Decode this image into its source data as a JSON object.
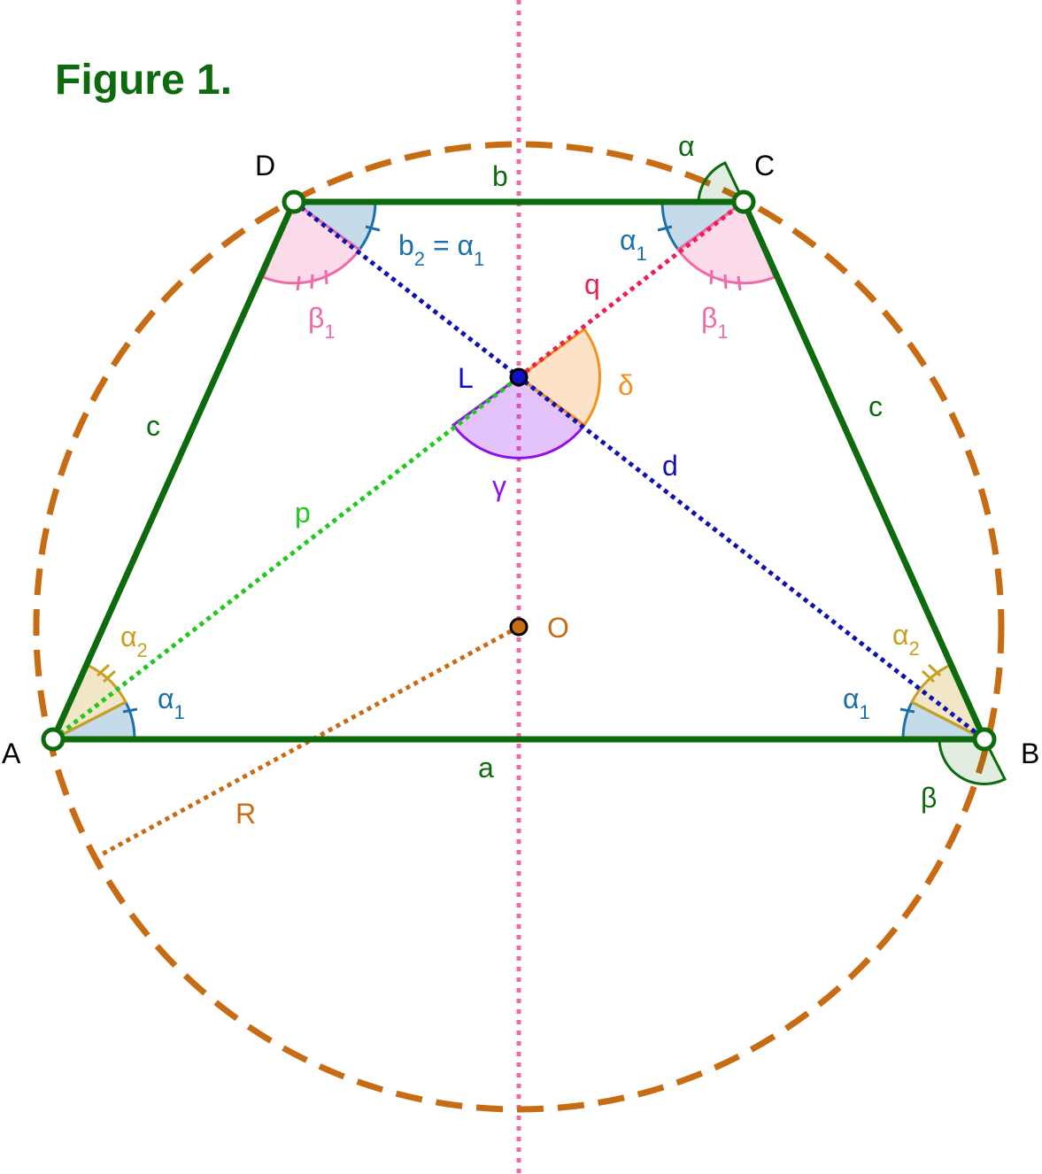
{
  "title": "Figure 1.",
  "colors": {
    "trapezoid": "#0d6b0d",
    "circle": "#c86c14",
    "axis": "#f06aa8",
    "diag_d": "#1010b0",
    "diag_p": "#20c820",
    "diag_q": "#ee1f50",
    "alpha1": "#1c70a8",
    "alpha2": "#c8a020",
    "beta1": "#f06aa8",
    "gamma": "#9010e8",
    "delta": "#f5901e",
    "outer": "#0d6b0d",
    "point_L": "#1010c8",
    "point_O": "#c86c14"
  },
  "points": {
    "A": "A",
    "B": "B",
    "C": "C",
    "D": "D",
    "L": "L",
    "O": "O"
  },
  "sides": {
    "a": "a",
    "b": "b",
    "c_left": "c",
    "c_right": "c",
    "d": "d",
    "p": "p",
    "q": "q",
    "R": "R"
  },
  "angles": {
    "alpha": "α",
    "beta": "β",
    "gamma": "γ",
    "delta": "δ",
    "alpha1_sym": "α",
    "alpha2_sym": "α",
    "beta1_sym": "β",
    "sub1": "1",
    "sub2": "2",
    "b2_lhs": "b",
    "b2_rhs": " = α"
  }
}
